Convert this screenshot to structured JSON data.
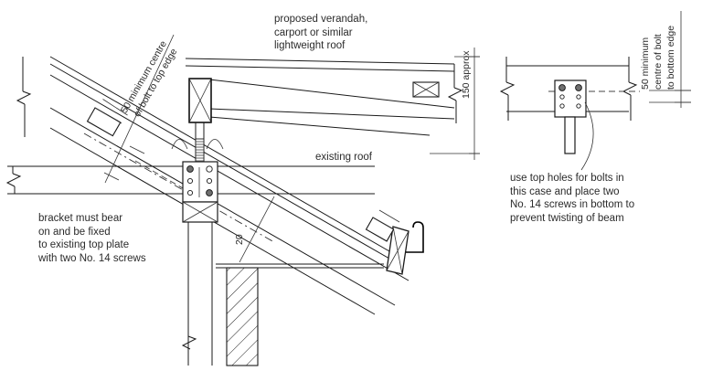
{
  "drawing": {
    "title": "verandah roof to existing roof bracket fixing detail",
    "background_color": "#ffffff",
    "line_color": "#1a1a1a",
    "text_color": "#2b2b2b"
  },
  "annotations": {
    "proposed_roof": "proposed verandah,\ncarport or similar\nlightweight roof",
    "existing_roof": "existing roof",
    "bracket_note": "bracket must bear\non and be fixed\nto existing top plate\nwith two No. 14 screws",
    "right_detail_note": "use top holes for bolts in\nthis case and place two\nNo. 14 screws in bottom to\nprevent twisting of beam"
  },
  "dimensions": {
    "bolt_top_edge": {
      "line1": "50 minimum centre",
      "line2": "of bolt to top edge"
    },
    "bolt_bottom_edge": {
      "line1": "50 minimum",
      "line2": "centre of bolt",
      "line3": "to bottom edge"
    },
    "beam_depth": "150 approx",
    "member_size": "20"
  },
  "icons": {
    "break_symbol": "break-line-symbol",
    "section_cross": "section-cross-symbol",
    "hatch": "masonry-hatch",
    "gutter": "gutter-profile",
    "bolt_head": "bolt-head",
    "bolt_hole": "bolt-hole"
  }
}
